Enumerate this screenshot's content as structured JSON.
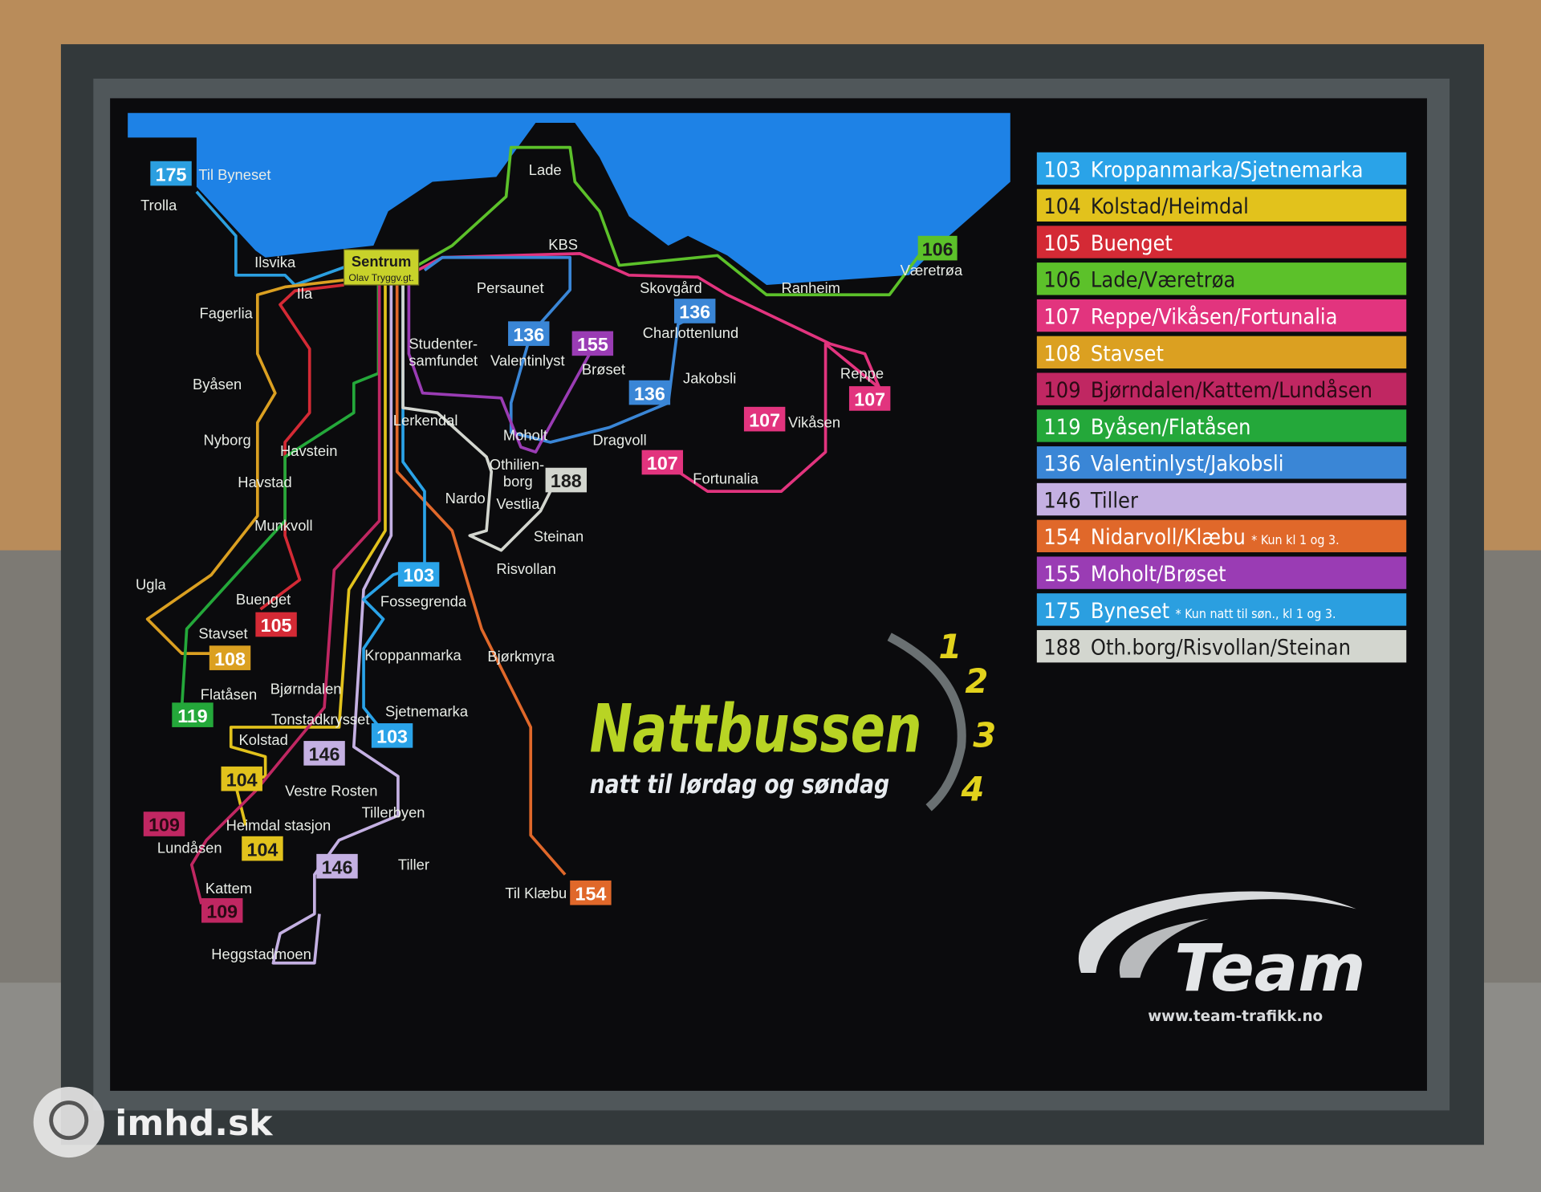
{
  "sign": {
    "title": "Nattbussen",
    "subtitle": "natt til lørdag og søndag",
    "night_numbers": [
      "1",
      "2",
      "3",
      "4"
    ],
    "centre": {
      "name": "Sentrum",
      "sub": "Olav Tryggv.gt."
    },
    "logo": {
      "brand": "Team",
      "url": "www.team-trafikk.no"
    }
  },
  "legend": [
    {
      "num": "103",
      "name": "Kroppanmarka/Sjetnemarka",
      "note": "",
      "color": "#2aa3e8",
      "text": "#ffffff"
    },
    {
      "num": "104",
      "name": "Kolstad/Heimdal",
      "note": "",
      "color": "#e2c21c",
      "text": "#1c1c1c"
    },
    {
      "num": "105",
      "name": "Buenget",
      "note": "",
      "color": "#d42a35",
      "text": "#ffffff"
    },
    {
      "num": "106",
      "name": "Lade/Væretrøa",
      "note": "",
      "color": "#5cc12a",
      "text": "#1c1c1c"
    },
    {
      "num": "107",
      "name": "Reppe/Vikåsen/Fortunalia",
      "note": "",
      "color": "#e2347e",
      "text": "#ffffff"
    },
    {
      "num": "108",
      "name": "Stavset",
      "note": "",
      "color": "#dba021",
      "text": "#ffffff"
    },
    {
      "num": "109",
      "name": "Bjørndalen/Kattem/Lundåsen",
      "note": "",
      "color": "#c02762",
      "text": "#2a0a14"
    },
    {
      "num": "119",
      "name": "Byåsen/Flatåsen",
      "note": "",
      "color": "#24a83a",
      "text": "#ffffff"
    },
    {
      "num": "136",
      "name": "Valentinlyst/Jakobsli",
      "note": "",
      "color": "#3a86d6",
      "text": "#ffffff"
    },
    {
      "num": "146",
      "name": "Tiller",
      "note": "",
      "color": "#c4b0e2",
      "text": "#1c1c1c"
    },
    {
      "num": "154",
      "name": "Nidarvoll/Klæbu",
      "note": "* Kun kl 1 og 3.",
      "color": "#e0682a",
      "text": "#ffffff"
    },
    {
      "num": "155",
      "name": "Moholt/Brøset",
      "note": "",
      "color": "#9a3cb4",
      "text": "#ffffff"
    },
    {
      "num": "175",
      "name": "Byneset",
      "note": "* Kun natt til søn., kl 1 og 3.",
      "color": "#2b9fe0",
      "text": "#ffffff"
    },
    {
      "num": "188",
      "name": "Oth.borg/Risvollan/Steinan",
      "note": "",
      "color": "#d3d6cf",
      "text": "#1c1c1c"
    }
  ],
  "stations": [
    "Til Byneset",
    "Trolla",
    "Ilsvika",
    "Ila",
    "Fagerlia",
    "Byåsen",
    "Nyborg",
    "Havstein",
    "Havstad",
    "Munkvoll",
    "Ugla",
    "Buenget",
    "Stavset",
    "Flatåsen",
    "Bjørndalen",
    "Tonstadkrysset",
    "Kolstad",
    "Vestre Rosten",
    "Heimdal stasjon",
    "Tillerbyen",
    "Lundåsen",
    "Kattem",
    "Heggstadmoen",
    "Tiller",
    "Lade",
    "KBS",
    "Persaunet",
    "Studenter-",
    "samfundet",
    "Valentinlyst",
    "Brøset",
    "Skovgård",
    "Charlottenlund",
    "Jakobsli",
    "Reppe",
    "Vikåsen",
    "Ranheim",
    "Væretrøa",
    "Lerkendal",
    "Moholt",
    "Dragvoll",
    "Othilien-",
    "borg",
    "Nardo",
    "Vestlia",
    "Steinan",
    "Risvollan",
    "Fortunalia",
    "Fossegrenda",
    "Kroppanmarka",
    "Bjørkmyra",
    "Sjetnemarka",
    "Til Klæbu"
  ],
  "watermark": "imhd.sk"
}
